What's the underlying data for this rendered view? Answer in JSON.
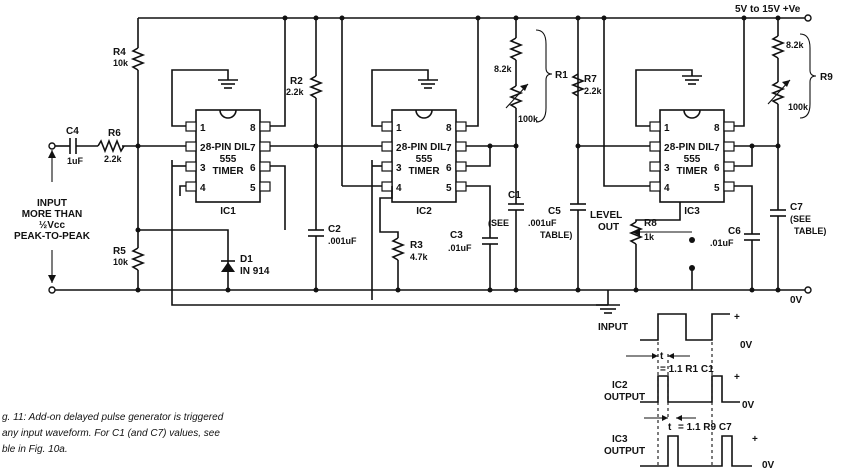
{
  "supply": {
    "label": "5V to 15V +Ve",
    "ground": "0V"
  },
  "input": {
    "line1": "INPUT",
    "line2": "MORE THAN",
    "line3": "½Vcc",
    "line4": "PEAK-TO-PEAK"
  },
  "chips": [
    {
      "name": "IC1",
      "line1": "8-PIN DIL",
      "line2": "555",
      "line3": "TIMER"
    },
    {
      "name": "IC2",
      "line1": "8-PIN DIL",
      "line2": "555",
      "line3": "TIMER"
    },
    {
      "name": "IC3",
      "line1": "8-PIN DIL",
      "line2": "555",
      "line3": "TIMER"
    }
  ],
  "pins": {
    "p1": "1",
    "p8": "8",
    "p2": "2",
    "p7": "7",
    "p3": "3",
    "p6": "6",
    "p4": "4",
    "p5": "5"
  },
  "components": {
    "c4": {
      "ref": "C4",
      "value": "1uF"
    },
    "r6": {
      "ref": "R6",
      "value": "2.2k"
    },
    "r4": {
      "ref": "R4",
      "value": "10k"
    },
    "r5": {
      "ref": "R5",
      "value": "10k"
    },
    "d1": {
      "ref": "D1",
      "value": "IN 914"
    },
    "r2": {
      "ref": "R2",
      "value": "2.2k"
    },
    "c2": {
      "ref": "C2",
      "value": ".001uF"
    },
    "r3": {
      "ref": "R3",
      "value": "4.7k"
    },
    "c3": {
      "ref": "C3",
      "value": ".01uF"
    },
    "r1": {
      "ref": "R1",
      "fixed": "8.2k",
      "pot": "100k"
    },
    "c1": {
      "ref": "C1",
      "note1": "(SEE",
      "note2": "TABLE)"
    },
    "c5": {
      "ref": "C5",
      "value": ".001uF"
    },
    "r7": {
      "ref": "R7",
      "value": "2.2k"
    },
    "level": {
      "line1": "LEVEL",
      "line2": "OUT"
    },
    "r8": {
      "ref": "R8",
      "value": "1k"
    },
    "c6": {
      "ref": "C6",
      "value": ".01uF"
    },
    "r9": {
      "ref": "R9",
      "fixed": "8.2k",
      "pot": "100k"
    },
    "c7": {
      "ref": "C7",
      "note1": "(SEE",
      "note2": "TABLE)"
    }
  },
  "timing": {
    "input_label": "INPUT",
    "ic2_label1": "IC2",
    "ic2_label2": "OUTPUT",
    "ic3_label1": "IC3",
    "ic3_label2": "OUTPUT",
    "plus": "+",
    "zero": "0V",
    "t_symbol": "t",
    "eq1": "= 1.1 R1 C1",
    "eq2": "= 1.1 R9 C7"
  },
  "caption": {
    "line1": "g. 11: Add-on delayed pulse generator is triggered",
    "line2": "any input waveform. For C1 (and C7) values, see",
    "line3": "ble in Fig. 10a."
  }
}
